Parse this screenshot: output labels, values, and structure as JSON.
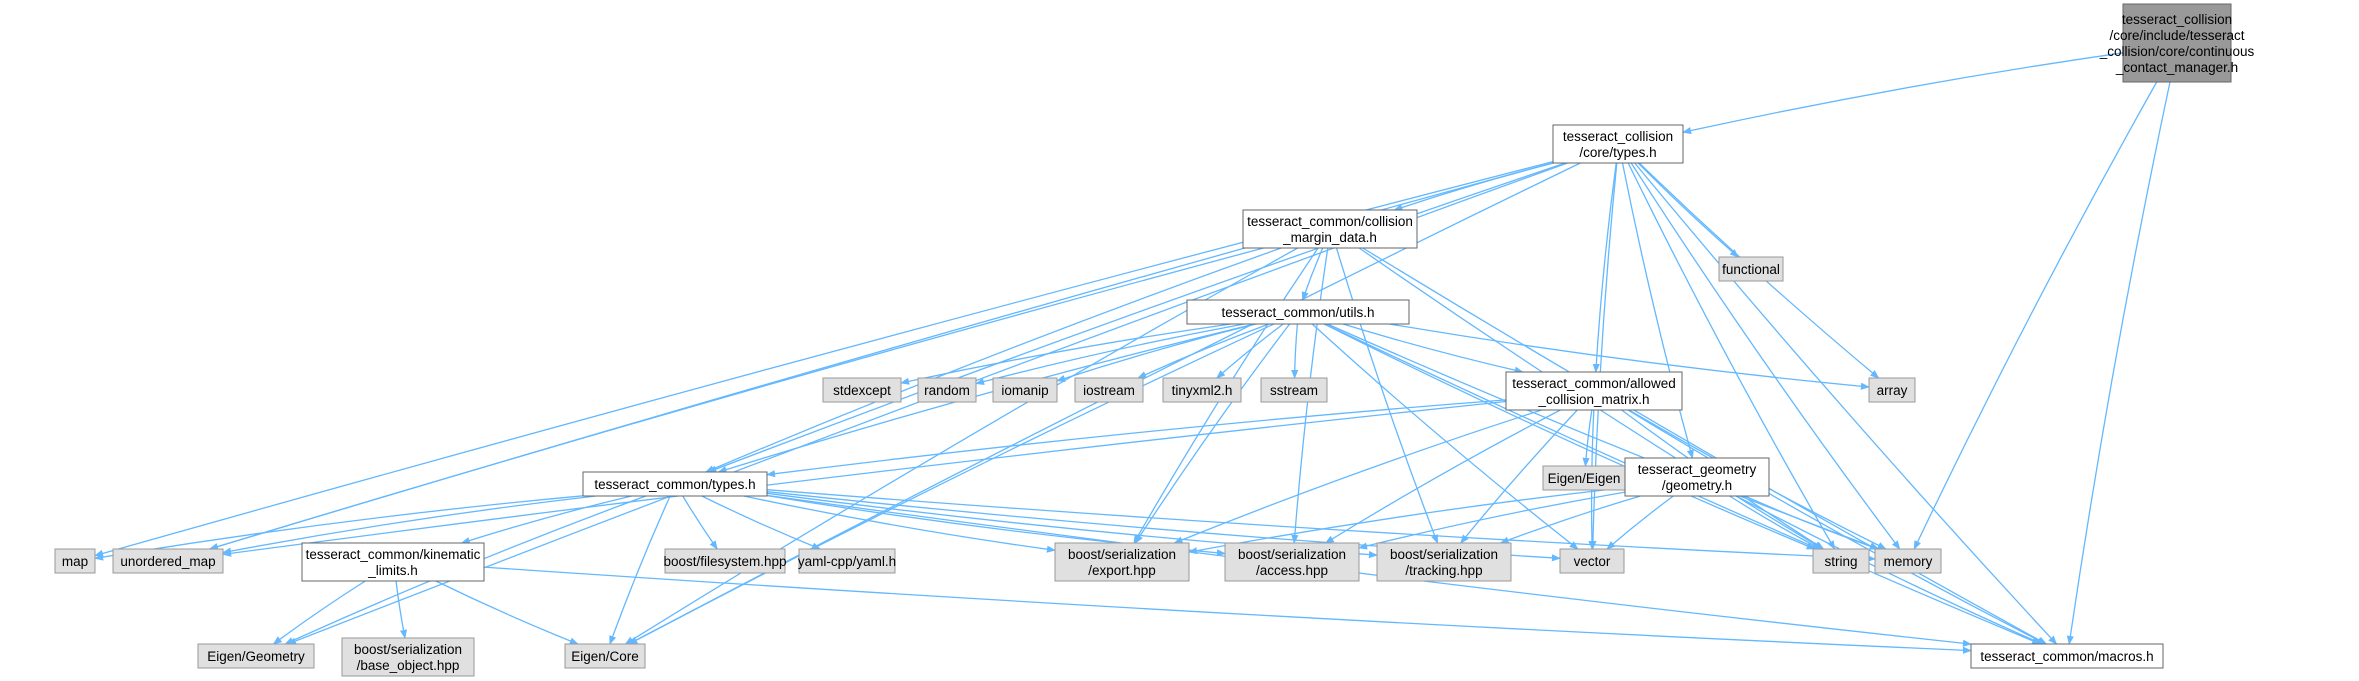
{
  "colors": {
    "root_fill": "#999999",
    "internal_fill": "#ffffff",
    "external_fill": "#e0e0e0",
    "border": "#666666",
    "edge": "#63b8ff"
  },
  "nodes": {
    "root": [
      "tesseract_collision",
      "/core/include/tesseract",
      "_collision/core/continuous",
      "_contact_manager.h"
    ],
    "col_types": [
      "tesseract_collision",
      "/core/types.h"
    ],
    "margin": [
      "tesseract_common/collision",
      "_margin_data.h"
    ],
    "functional": [
      "functional"
    ],
    "utils": [
      "tesseract_common/utils.h"
    ],
    "stdexcept": [
      "stdexcept"
    ],
    "random": [
      "random"
    ],
    "iomanip": [
      "iomanip"
    ],
    "iostream": [
      "iostream"
    ],
    "tinyxml2": [
      "tinyxml2.h"
    ],
    "sstream": [
      "sstream"
    ],
    "acm": [
      "tesseract_common/allowed",
      "_collision_matrix.h"
    ],
    "array": [
      "array"
    ],
    "eigen_eigen": [
      "Eigen/Eigen"
    ],
    "geometry": [
      "tesseract_geometry",
      "/geometry.h"
    ],
    "common_types": [
      "tesseract_common/types.h"
    ],
    "map": [
      "map"
    ],
    "unordered_map": [
      "unordered_map"
    ],
    "kinematic": [
      "tesseract_common/kinematic",
      "_limits.h"
    ],
    "filesystem": [
      "boost/filesystem.hpp"
    ],
    "yaml": [
      "yaml-cpp/yaml.h"
    ],
    "export": [
      "boost/serialization",
      "/export.hpp"
    ],
    "access": [
      "boost/serialization",
      "/access.hpp"
    ],
    "tracking": [
      "boost/serialization",
      "/tracking.hpp"
    ],
    "vector": [
      "vector"
    ],
    "string": [
      "string"
    ],
    "memory": [
      "memory"
    ],
    "eigen_geometry": [
      "Eigen/Geometry"
    ],
    "base_object": [
      "boost/serialization",
      "/base_object.hpp"
    ],
    "eigen_core": [
      "Eigen/Core"
    ],
    "macros": [
      "tesseract_common/macros.h"
    ]
  }
}
